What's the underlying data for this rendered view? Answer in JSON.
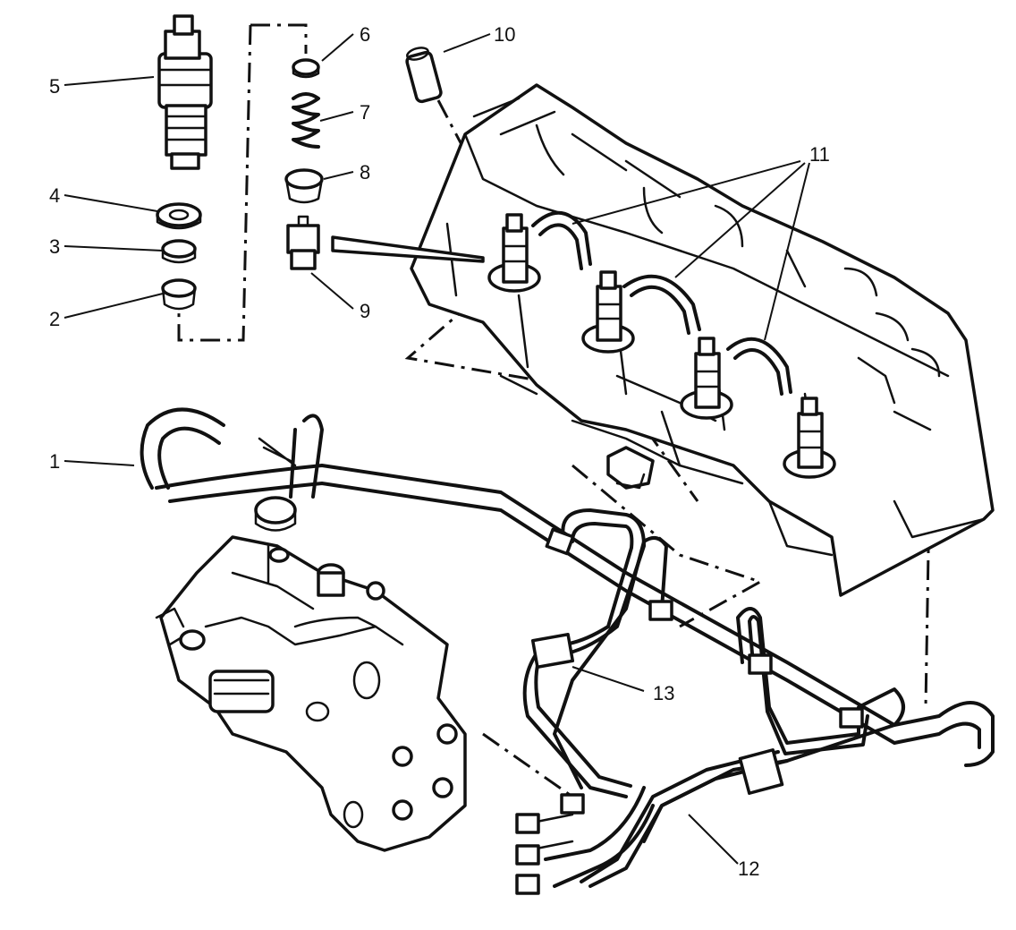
{
  "diagram": {
    "callouts": [
      {
        "id": "c1",
        "label": "1"
      },
      {
        "id": "c2",
        "label": "2"
      },
      {
        "id": "c3",
        "label": "3"
      },
      {
        "id": "c4",
        "label": "4"
      },
      {
        "id": "c5",
        "label": "5"
      },
      {
        "id": "c6",
        "label": "6"
      },
      {
        "id": "c7",
        "label": "7"
      },
      {
        "id": "c8",
        "label": "8"
      },
      {
        "id": "c9",
        "label": "9"
      },
      {
        "id": "c10",
        "label": "10"
      },
      {
        "id": "c11",
        "label": "11"
      },
      {
        "id": "c12",
        "label": "12"
      },
      {
        "id": "c13",
        "label": "13"
      }
    ]
  },
  "colors": {
    "ink": "#111111",
    "paper": "#ffffff"
  }
}
